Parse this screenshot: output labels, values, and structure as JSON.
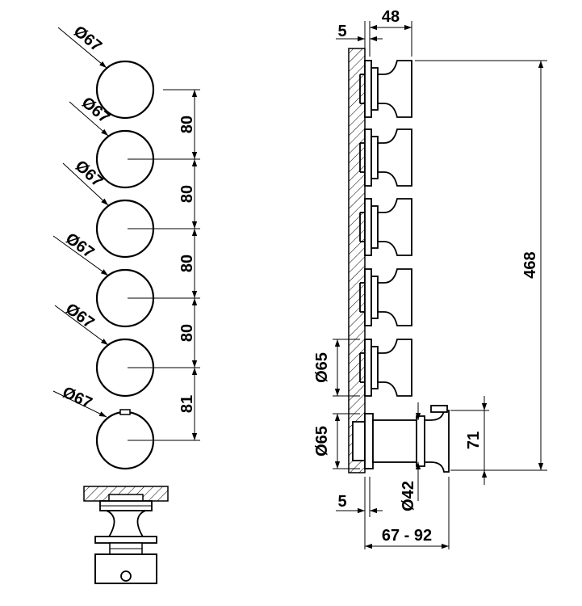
{
  "front_view": {
    "knob_diameters": [
      "Ø67",
      "Ø67",
      "Ø67",
      "Ø67",
      "Ø67",
      "Ø67"
    ],
    "spacings": [
      "80",
      "80",
      "80",
      "80",
      "81"
    ]
  },
  "side_view": {
    "depth_top": "48",
    "wall_gap_top": "5",
    "overall_height": "468",
    "rosette_diameter_upper": "Ø65",
    "rosette_diameter_lower": "Ø65",
    "spout_height": "71",
    "spout_diameter": "Ø42",
    "wall_gap_bottom": "5",
    "projection_range": "67 - 92"
  }
}
